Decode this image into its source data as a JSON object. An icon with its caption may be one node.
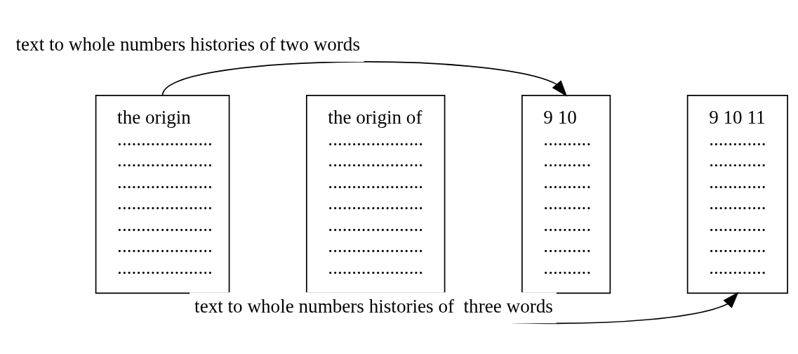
{
  "diagram": {
    "nodes": [
      {
        "text": [
          "the origin",
          "....................",
          "....................",
          "....................",
          "....................",
          "....................",
          "....................",
          "...................."
        ]
      },
      {
        "text": [
          "the origin of",
          "....................",
          "....................",
          "....................",
          "....................",
          "....................",
          "....................",
          "...................."
        ]
      },
      {
        "text": [
          "9 10",
          "..........",
          "..........",
          "..........",
          "..........",
          "..........",
          "..........",
          ".........."
        ]
      },
      {
        "text": [
          "9 10 11",
          "............",
          "............",
          "............",
          "............",
          "............",
          "............",
          "............"
        ]
      }
    ],
    "edges": [
      {
        "from": 0,
        "to": 2,
        "arrow": "to",
        "label": "text to whole numbers histories of two words"
      },
      {
        "from": 1,
        "to": 3,
        "arrow": "to",
        "label": "text to whole numbers histories of  three words"
      }
    ]
  }
}
